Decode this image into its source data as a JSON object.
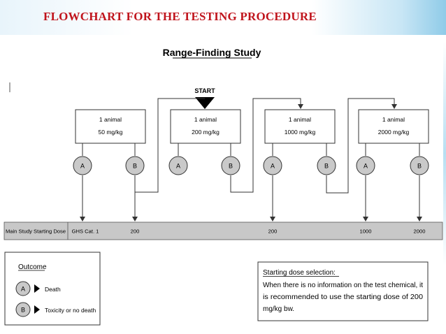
{
  "slide_title": "FLOWCHART FOR THE TESTING PROCEDURE",
  "subtitle": "Range-Finding Study",
  "start_label": "START",
  "dose_boxes": [
    {
      "line1": "1 animal",
      "line2": "50 mg/kg"
    },
    {
      "line1": "1 animal",
      "line2": "200 mg/kg"
    },
    {
      "line1": "1 animal",
      "line2": "1000 mg/kg"
    },
    {
      "line1": "1 animal",
      "line2": "2000 mg/kg"
    }
  ],
  "outcome_letters": {
    "a": "A",
    "b": "B"
  },
  "bar": {
    "label": "Main Study Starting Dose",
    "values": [
      "GHS Cat. 1",
      "200",
      "200",
      "1000",
      "2000"
    ]
  },
  "legend": {
    "title": "Outcome",
    "a_text": "Death",
    "b_text": "Toxicity or no death"
  },
  "note": {
    "title": "Starting dose selection:",
    "line1": "When there is no information on the test chemical, it",
    "line2": "is recommended to use the starting dose of 200",
    "line3": "mg/kg bw."
  },
  "colors": {
    "title": "#c0141c",
    "circle_fill": "#c9c9c9",
    "bar_fill": "#c8c8c8",
    "line": "#333333"
  }
}
